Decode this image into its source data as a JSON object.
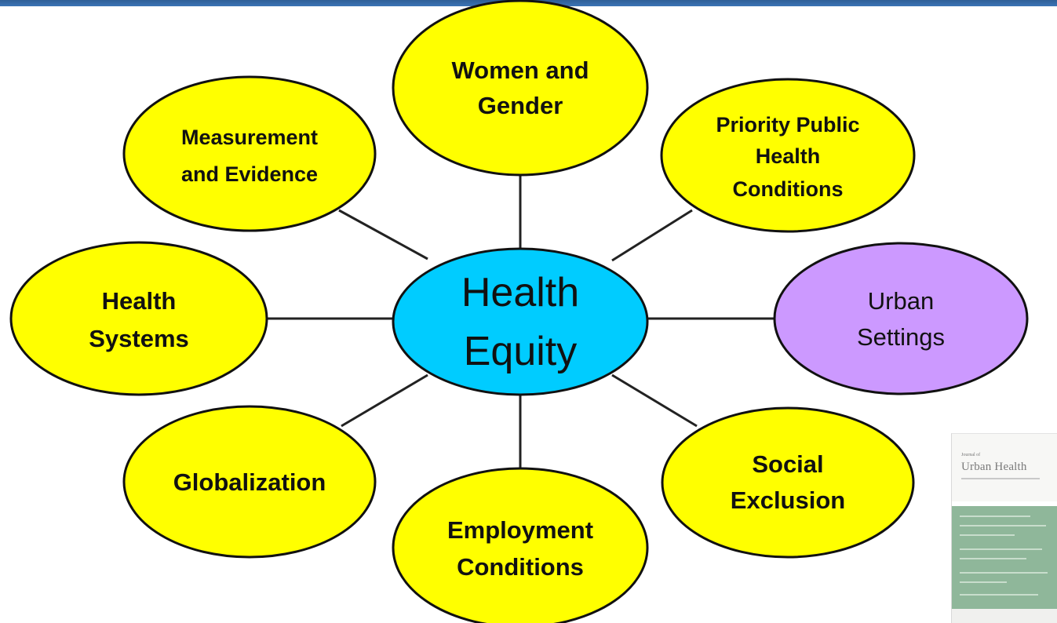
{
  "diagram": {
    "center": {
      "line1": "Health",
      "line2": "Equity",
      "color": "#00ccff"
    },
    "node_color_default": "#ffff00",
    "node_color_highlight": "#cc99ff",
    "nodes": {
      "women_gender": {
        "line1": "Women and",
        "line2": "Gender"
      },
      "measurement": {
        "line1": "Measurement",
        "line2": "and Evidence"
      },
      "priority": {
        "line1": "Priority Public",
        "line2": "Health",
        "line3": "Conditions"
      },
      "health_systems": {
        "line1": "Health",
        "line2": "Systems"
      },
      "urban_settings": {
        "line1": "Urban",
        "line2": "Settings"
      },
      "globalization": {
        "line1": "Globalization"
      },
      "employment": {
        "line1": "Employment",
        "line2": "Conditions"
      },
      "social_exclusion": {
        "line1": "Social",
        "line2": "Exclusion"
      }
    }
  },
  "journal_cover": {
    "small_label": "Journal of",
    "title": "Urban Health"
  }
}
